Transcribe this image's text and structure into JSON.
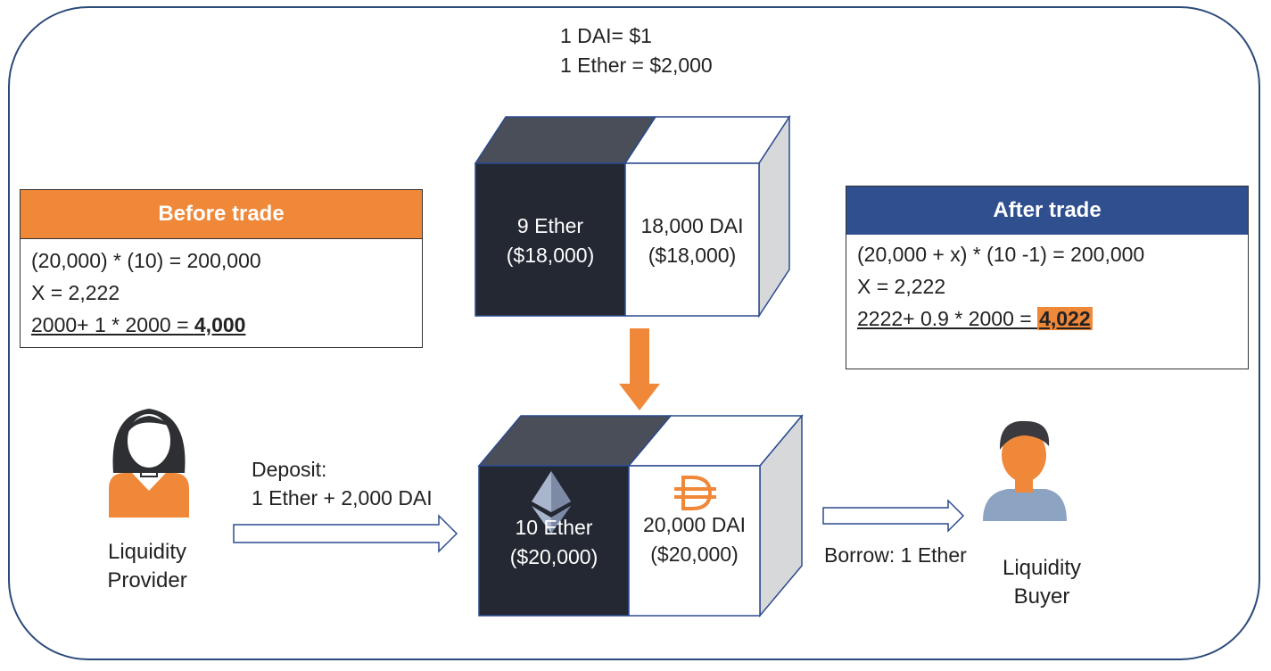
{
  "rates": {
    "line1": "1 DAI= $1",
    "line2": "1 Ether = $2,000"
  },
  "before": {
    "title": "Before trade",
    "line1": "(20,000) * (10) = 200,000",
    "line2": "X = 2,222",
    "line3_prefix": "2000+ 1 * 2000 = ",
    "line3_result": "4,000"
  },
  "after": {
    "title": "After trade",
    "line1": "(20,000 + x) * (10 -1) = 200,000",
    "line2": "X = 2,222",
    "line3_prefix": "2222+ 0.9 * 2000 = ",
    "line3_result": "4,022"
  },
  "top_pool": {
    "ether_amount": "9 Ether",
    "ether_value": "($18,000)",
    "dai_amount": "18,000 DAI",
    "dai_value": "($18,000)"
  },
  "bottom_pool": {
    "ether_amount": "10 Ether",
    "ether_value": "($20,000)",
    "dai_amount": "20,000 DAI",
    "dai_value": "($20,000)"
  },
  "deposit": {
    "line1": "Deposit:",
    "line2": "1 Ether + 2,000 DAI"
  },
  "borrow": {
    "label": "Borrow: 1 Ether"
  },
  "provider": {
    "line1": "Liquidity",
    "line2": "Provider"
  },
  "buyer": {
    "line1": "Liquidity",
    "line2": "Buyer"
  },
  "colors": {
    "orange": "#f0883a",
    "navy": "#2f4f8f",
    "dark_face": "#232833",
    "dark_top": "#4a4e58",
    "gray_side": "#d7d8da",
    "cube_border": "#2b4a8f"
  },
  "icons": [
    "ether-icon",
    "dai-icon",
    "woman-avatar-icon",
    "man-avatar-icon",
    "down-arrow-icon",
    "right-arrow-icon"
  ]
}
